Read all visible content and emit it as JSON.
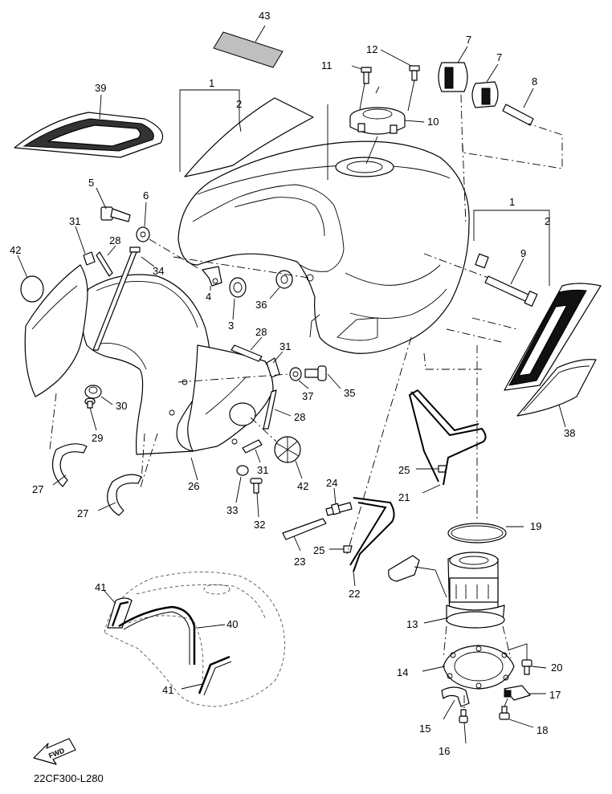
{
  "drawing_code": "22CF300-L280",
  "fwd_label": "FWD",
  "callouts": [
    {
      "id": "c43",
      "text": "43"
    },
    {
      "id": "c12",
      "text": "12"
    },
    {
      "id": "c11",
      "text": "11"
    },
    {
      "id": "c7a",
      "text": "7"
    },
    {
      "id": "c7b",
      "text": "7"
    },
    {
      "id": "c8",
      "text": "8"
    },
    {
      "id": "c1a",
      "text": "1"
    },
    {
      "id": "c2a",
      "text": "2"
    },
    {
      "id": "c39",
      "text": "39"
    },
    {
      "id": "c10",
      "text": "10"
    },
    {
      "id": "c5",
      "text": "5"
    },
    {
      "id": "c6",
      "text": "6"
    },
    {
      "id": "c31a",
      "text": "31"
    },
    {
      "id": "c28a",
      "text": "28"
    },
    {
      "id": "c42a",
      "text": "42"
    },
    {
      "id": "c34",
      "text": "34"
    },
    {
      "id": "c4",
      "text": "4"
    },
    {
      "id": "c3",
      "text": "3"
    },
    {
      "id": "c36",
      "text": "36"
    },
    {
      "id": "c1b",
      "text": "1"
    },
    {
      "id": "c2b",
      "text": "2"
    },
    {
      "id": "c9",
      "text": "9"
    },
    {
      "id": "c28b",
      "text": "28"
    },
    {
      "id": "c31b",
      "text": "31"
    },
    {
      "id": "c35",
      "text": "35"
    },
    {
      "id": "c37",
      "text": "37"
    },
    {
      "id": "c30",
      "text": "30"
    },
    {
      "id": "c29",
      "text": "29"
    },
    {
      "id": "c28c",
      "text": "28"
    },
    {
      "id": "c38",
      "text": "38"
    },
    {
      "id": "c27a",
      "text": "27"
    },
    {
      "id": "c26",
      "text": "26"
    },
    {
      "id": "c31c",
      "text": "31"
    },
    {
      "id": "c42b",
      "text": "42"
    },
    {
      "id": "c25a",
      "text": "25"
    },
    {
      "id": "c21",
      "text": "21"
    },
    {
      "id": "c27b",
      "text": "27"
    },
    {
      "id": "c33",
      "text": "33"
    },
    {
      "id": "c32",
      "text": "32"
    },
    {
      "id": "c24",
      "text": "24"
    },
    {
      "id": "c19",
      "text": "19"
    },
    {
      "id": "c23",
      "text": "23"
    },
    {
      "id": "c25b",
      "text": "25"
    },
    {
      "id": "c22",
      "text": "22"
    },
    {
      "id": "c41a",
      "text": "41"
    },
    {
      "id": "c40",
      "text": "40"
    },
    {
      "id": "c13",
      "text": "13"
    },
    {
      "id": "c14",
      "text": "14"
    },
    {
      "id": "c20",
      "text": "20"
    },
    {
      "id": "c17",
      "text": "17"
    },
    {
      "id": "c41b",
      "text": "41"
    },
    {
      "id": "c15",
      "text": "15"
    },
    {
      "id": "c18",
      "text": "18"
    },
    {
      "id": "c16",
      "text": "16"
    }
  ]
}
